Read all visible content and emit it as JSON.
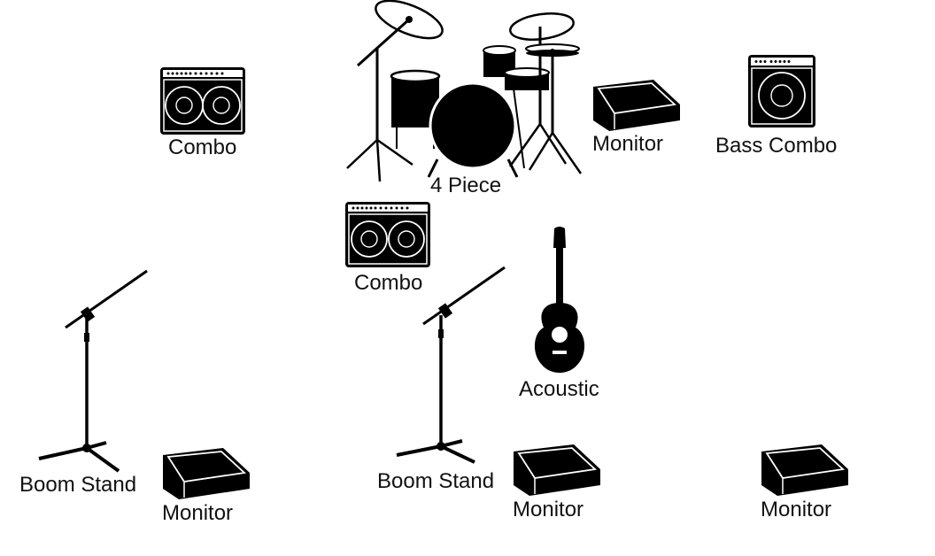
{
  "stage_items": [
    {
      "id": "combo-1",
      "type": "combo-amp",
      "label": "Combo"
    },
    {
      "id": "drums",
      "type": "drum-kit",
      "label": "4 Piece"
    },
    {
      "id": "monitor-top",
      "type": "monitor",
      "label": "Monitor"
    },
    {
      "id": "bass-combo",
      "type": "bass-amp",
      "label": "Bass Combo"
    },
    {
      "id": "combo-2",
      "type": "combo-amp",
      "label": "Combo"
    },
    {
      "id": "acoustic",
      "type": "acoustic-guitar",
      "label": "Acoustic"
    },
    {
      "id": "boom-1",
      "type": "mic-boom-stand",
      "label": "Boom Stand"
    },
    {
      "id": "monitor-1",
      "type": "monitor",
      "label": "Monitor"
    },
    {
      "id": "boom-2",
      "type": "mic-boom-stand",
      "label": "Boom Stand"
    },
    {
      "id": "monitor-2",
      "type": "monitor",
      "label": "Monitor"
    },
    {
      "id": "monitor-3",
      "type": "monitor",
      "label": "Monitor"
    }
  ],
  "colors": {
    "icon": "#000000",
    "background": "#ffffff",
    "label": "#111111"
  }
}
